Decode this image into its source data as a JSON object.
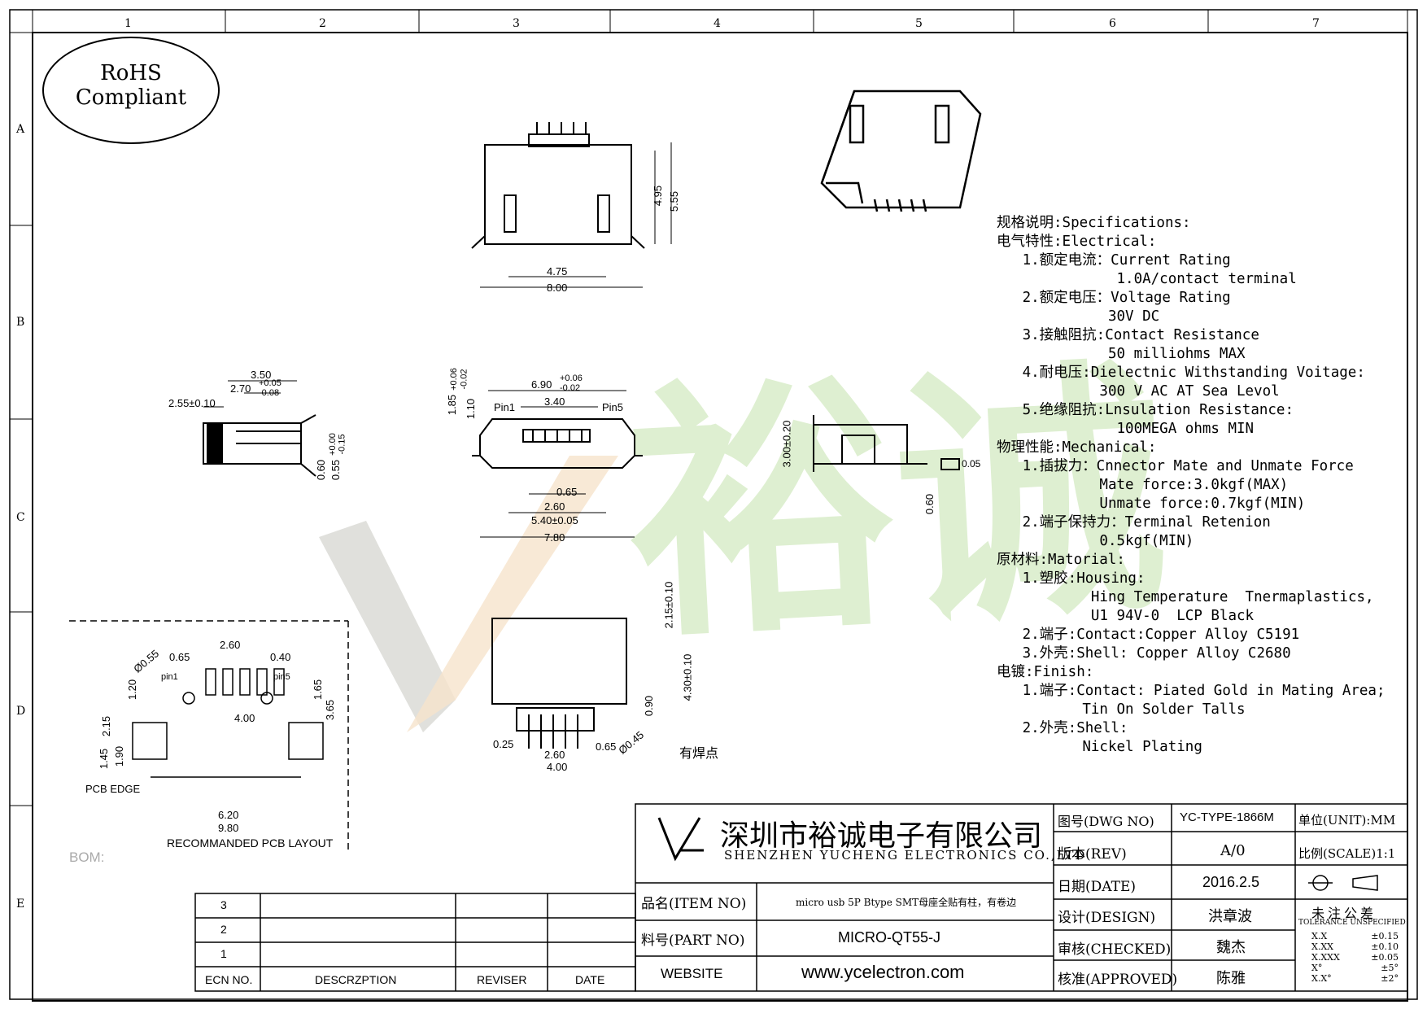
{
  "rohs": {
    "line1": "RoHS",
    "line2": "Compliant"
  },
  "grid": {
    "columns": [
      "1",
      "2",
      "3",
      "4",
      "5",
      "6",
      "7"
    ],
    "rows": [
      "A",
      "B",
      "C",
      "D",
      "E"
    ]
  },
  "dims": {
    "front": {
      "w475": "4.75",
      "w800": "8.00",
      "h495": "4.95",
      "h555": "5.55"
    },
    "side": {
      "d350": "3.50",
      "d270": "2.70",
      "d270tol_up": "+0.05",
      "d270tol_dn": "-0.08",
      "d255": "2.55±0.10",
      "d060": "0.60",
      "d055": "0.55",
      "d055tol_up": "+0.00",
      "d055tol_dn": "-0.15"
    },
    "face": {
      "d690": "6.90",
      "d690tol_up": "+0.06",
      "d690tol_dn": "-0.02",
      "d340": "3.40",
      "pin1": "Pin1",
      "pin5": "Pin5",
      "d185": "1.85",
      "d185tol_up": "+0.06",
      "d185tol_dn": "-0.02",
      "d110": "1.10",
      "d065": "0.65",
      "d260": "2.60",
      "d540": "5.40±0.05",
      "d780": "7.80"
    },
    "rside": {
      "d300": "3.00±0.20",
      "d060": "0.60",
      "flat": "0.05"
    },
    "pcb": {
      "d260": "2.60",
      "d065": "0.65",
      "d040": "0.40",
      "phi055": "Ø0.55",
      "pin1": "pin1",
      "pin5": "pin5",
      "d120": "1.20",
      "d215": "2.15",
      "d165": "1.65",
      "d365": "3.65",
      "d400": "4.00",
      "d145": "1.45",
      "d190": "1.90",
      "pcb_edge": "PCB EDGE",
      "d620": "6.20",
      "d980": "9.80",
      "caption": "RECOMMANDED PCB LAYOUT"
    },
    "bottom": {
      "d215": "2.15±0.10",
      "d430": "4.30±0.10",
      "d090": "0.90",
      "d025": "0.25",
      "d260": "2.60",
      "d065": "0.65",
      "phi045": "Ø0.45",
      "d400": "4.00",
      "solder_note": "有焊点"
    }
  },
  "specs": [
    "规格说明:Specifications:",
    "电气特性:Electrical:",
    "   1.额定电流：Current Rating",
    "              1.0A/contact terminal",
    "   2.额定电压：Voltage Rating",
    "             30V DC",
    "   3.接触阻抗:Contact Resistance",
    "             50 milliohms MAX",
    "   4.耐电压:Dielectnic Withstanding Voitage:",
    "            300 V AC AT Sea Levol",
    "   5.绝缘阻抗:Lnsulation Resistance:",
    "              100MEGA ohms MIN",
    "物理性能:Mechanical:",
    "   1.插拔力：Cnnector Mate and Unmate Force",
    "            Mate force:3.0kgf(MAX)",
    "            Unmate force:0.7kgf(MIN)",
    "   2.端子保持力：Terminal Retenion",
    "            0.5kgf(MIN)",
    "原材料:Matorial:",
    "   1.塑胶:Housing:",
    "           Hing Temperature  Tnermaplastics,",
    "           U1 94V-0  LCP Black",
    "   2.端子:Contact:Copper Alloy C5191",
    "   3.外壳:Shell: Copper Alloy C2680",
    "电镀:Finish:",
    "   1.端子:Contact: Piated Gold in Mating Area;",
    "          Tin On Solder Talls",
    "   2.外壳:Shell:",
    "          Nickel Plating"
  ],
  "bom_label": "BOM:",
  "title_block": {
    "company_cn": "深圳市裕诚电子有限公司",
    "company_en": "SHENZHEN YUCHENG ELECTRONICS CO.,LTD",
    "item_label": "品名(ITEM NO)",
    "item_value": "micro usb 5P Btype SMT母座全贴有柱，有卷边",
    "part_label": "料号(PART NO)",
    "part_value": "MICRO-QT55-J",
    "website_label": "WEBSITE",
    "website_value": "www.ycelectron.com",
    "dwg_label": "图号(DWG NO)",
    "dwg_value": "YC-TYPE-1866M",
    "unit_label": "单位(UNIT):MM",
    "rev_label": "版本(REV)",
    "rev_value": "A/0",
    "scale_label": "比例(SCALE)1:1",
    "date_label": "日期(DATE)",
    "date_value": "2016.2.5",
    "design_label": "设计(DESIGN)",
    "design_value": "洪章波",
    "checked_label": "审核(CHECKED)",
    "checked_value": "魏杰",
    "approved_label": "核准(APPROVED)",
    "approved_value": "陈雅",
    "tol_title": "未注公差",
    "tol_sub": "TOLERANCE UNSPECIFIED",
    "tolerances": [
      {
        "k": "X.X",
        "v": "±0.15"
      },
      {
        "k": "X.XX",
        "v": "±0.10"
      },
      {
        "k": "X.XXX",
        "v": "±0.05"
      },
      {
        "k": "X°",
        "v": "±5°"
      },
      {
        "k": "X.X°",
        "v": "±2°"
      }
    ]
  },
  "revision_table": {
    "rows": [
      "3",
      "2",
      "1"
    ],
    "headers": {
      "ecn": "ECN NO.",
      "desc": "DESCRZPTION",
      "reviser": "REVISER",
      "date": "DATE"
    }
  },
  "watermark_text": "裕诚",
  "colors": {
    "watermark_green": "#d7ecc6",
    "watermark_gray": "#e0e0dc",
    "watermark_orange": "#f6e3cc",
    "line": "#000000"
  }
}
